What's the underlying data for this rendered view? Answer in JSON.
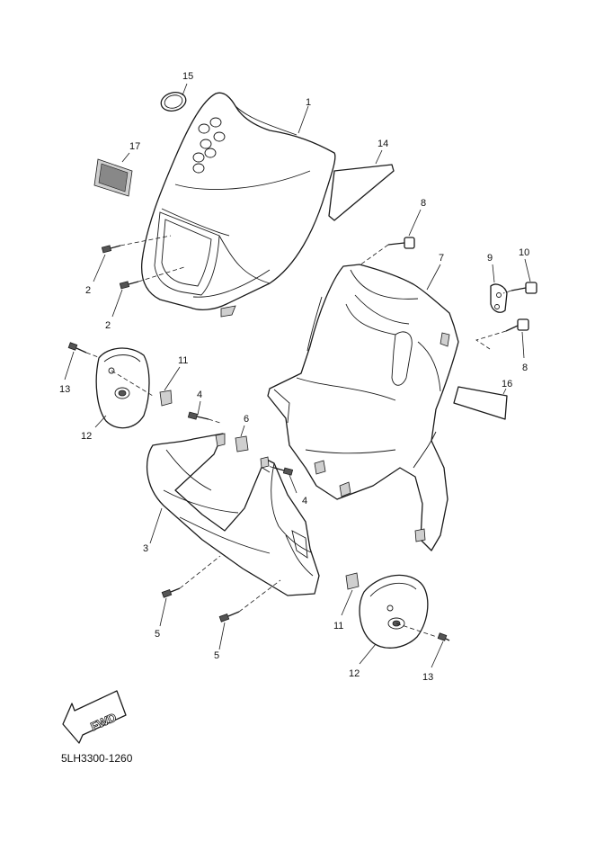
{
  "diagram": {
    "catalog_code": "5LH3300-1260",
    "fwd_label": "FWD",
    "callouts": [
      "15",
      "1",
      "17",
      "14",
      "8",
      "7",
      "9",
      "10",
      "2",
      "2",
      "13",
      "11",
      "12",
      "4",
      "6",
      "8",
      "16",
      "3",
      "4",
      "5",
      "5",
      "11",
      "12",
      "13"
    ]
  }
}
